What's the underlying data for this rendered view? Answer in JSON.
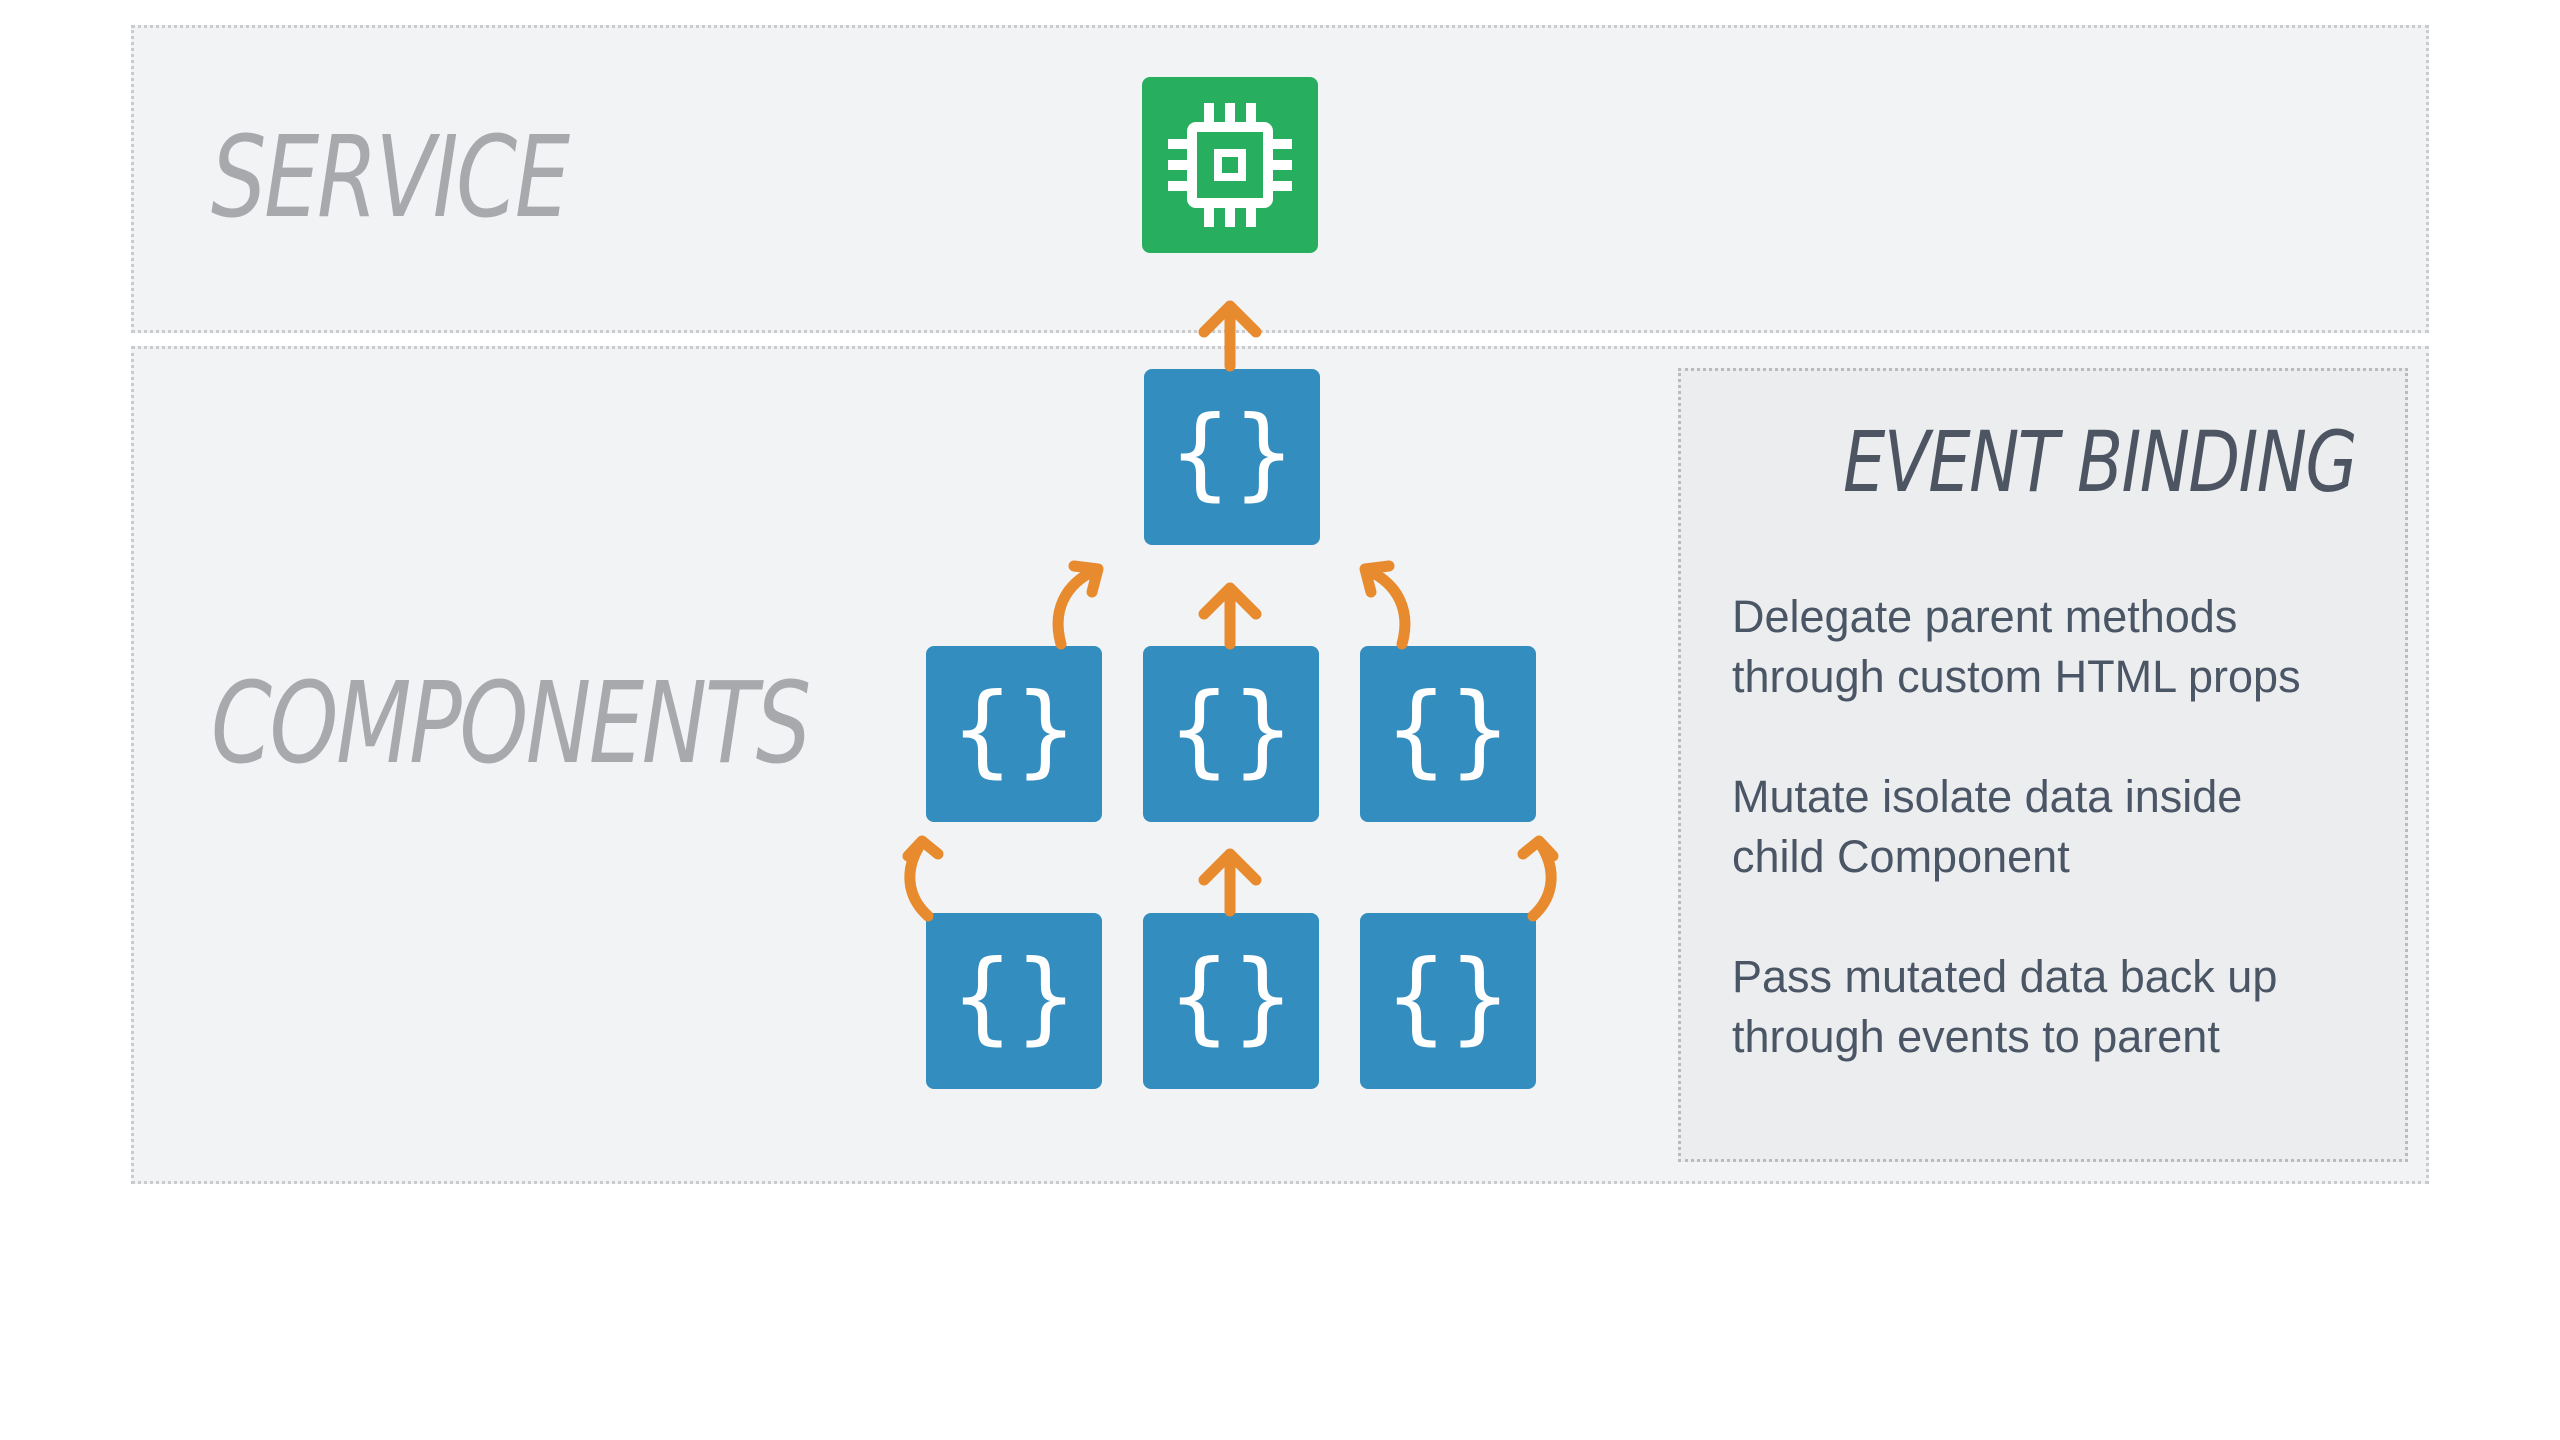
{
  "layers": {
    "service_label": "SERVICE",
    "components_label": "COMPONENTS"
  },
  "info": {
    "title": "EVENT BINDING",
    "items": [
      "Delegate parent methods\nthrough custom HTML props",
      "Mutate isolate data inside\nchild Component",
      "Pass mutated data back up\nthrough events to parent"
    ]
  },
  "nodes": {
    "component_glyph": "{}",
    "service_icon": "cpu-chip-icon"
  },
  "colors": {
    "component": "#348dbf",
    "service": "#27ae5f",
    "arrow": "#e88a2e",
    "label": "#a8a9ad",
    "text": "#4a5565"
  }
}
